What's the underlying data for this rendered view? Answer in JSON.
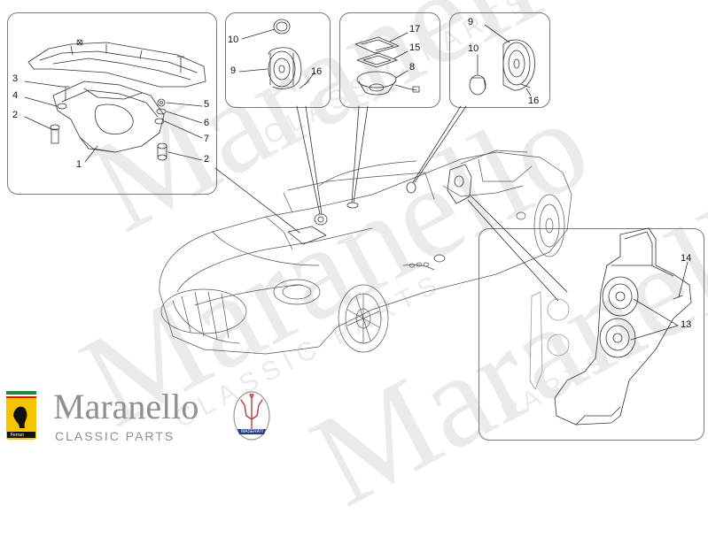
{
  "watermark": {
    "big_text": "Maranello",
    "small_text": "CLASSIC PARTS",
    "right_small_text": "PARTS"
  },
  "brand": {
    "name": "Maranello",
    "tagline": "CLASSIC PARTS",
    "ferrari_badge_text": "Ferrari",
    "maserati_badge_text": "MASERATI"
  },
  "callouts": {
    "box1": [
      "3",
      "4",
      "2",
      "1",
      "5",
      "6",
      "7",
      "2"
    ],
    "box2": [
      "10",
      "9",
      "16"
    ],
    "box3": [
      "17",
      "15",
      "8"
    ],
    "box4": [
      "9",
      "10",
      "16"
    ],
    "box5": [
      "14",
      "13"
    ]
  },
  "colors": {
    "line": "#333333",
    "frame": "#7a7a7a",
    "watermark": "#ebebeb",
    "brand_grey": "#8f8f8f",
    "ferrari_yellow": "#f5c400",
    "maserati_blue": "#1f3c88"
  }
}
